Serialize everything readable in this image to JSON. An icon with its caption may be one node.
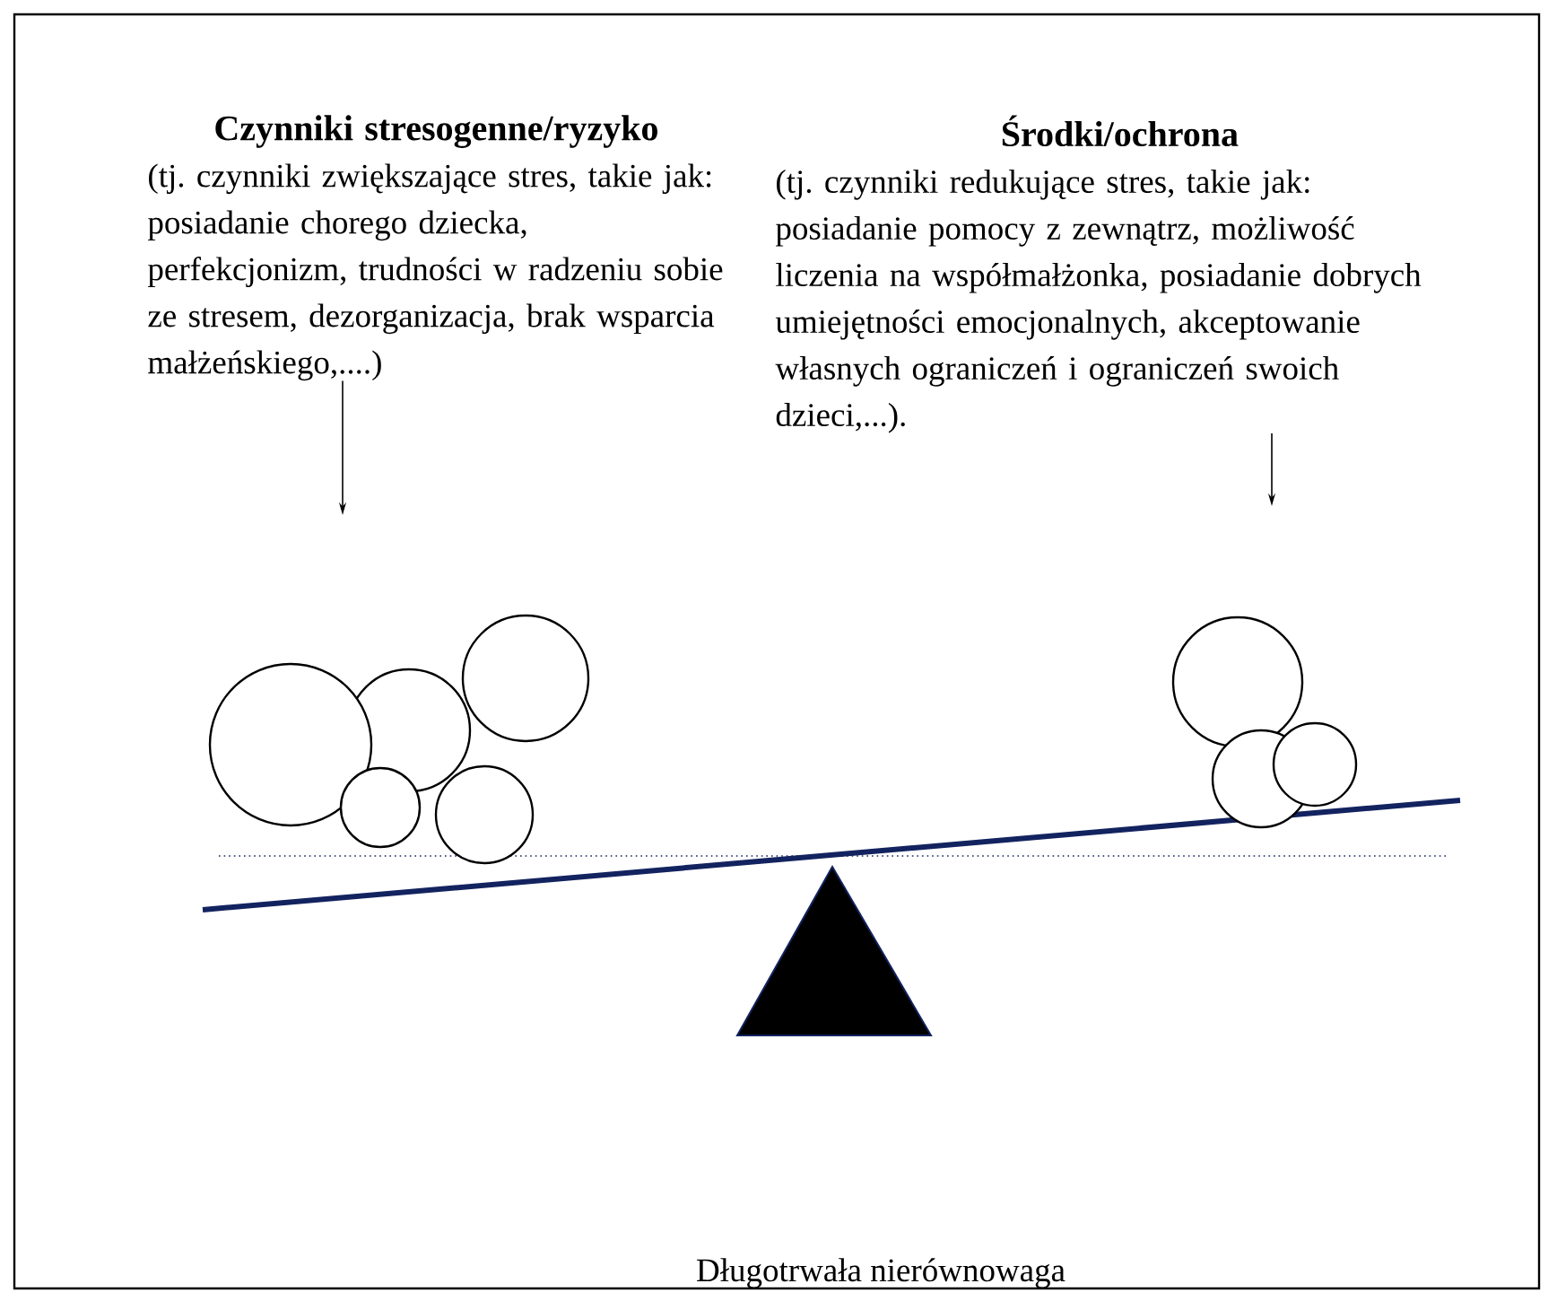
{
  "diagram": {
    "caption": "Długotrwała nierównowaga",
    "nodes": [
      {
        "text": [
          "Czynniki stresogenne/ryzyko",
          "(tj. czynniki zwiększające stres, takie jak: posiadanie chorego dziecka, perfekcjonizm, trudności w radzeniu sobie ze stresem, dezorganizacja, brak wsparcia małżeńskiego,....)"
        ]
      },
      {
        "text": [
          "Środki/ochrona",
          "(tj. czynniki redukujące stres, takie jak: posiadanie pomocy z zewnątrz, możliwość liczenia na współmałżonka, posiadanie dobrych umiejętności emocjonalnych, akceptowanie własnych ograniczeń i ograniczeń swoich dzieci,...)."
        ]
      }
    ],
    "edges": [
      {
        "from": 0,
        "to": null,
        "arrow": "to"
      },
      {
        "from": 1,
        "to": null,
        "arrow": "to"
      }
    ]
  }
}
